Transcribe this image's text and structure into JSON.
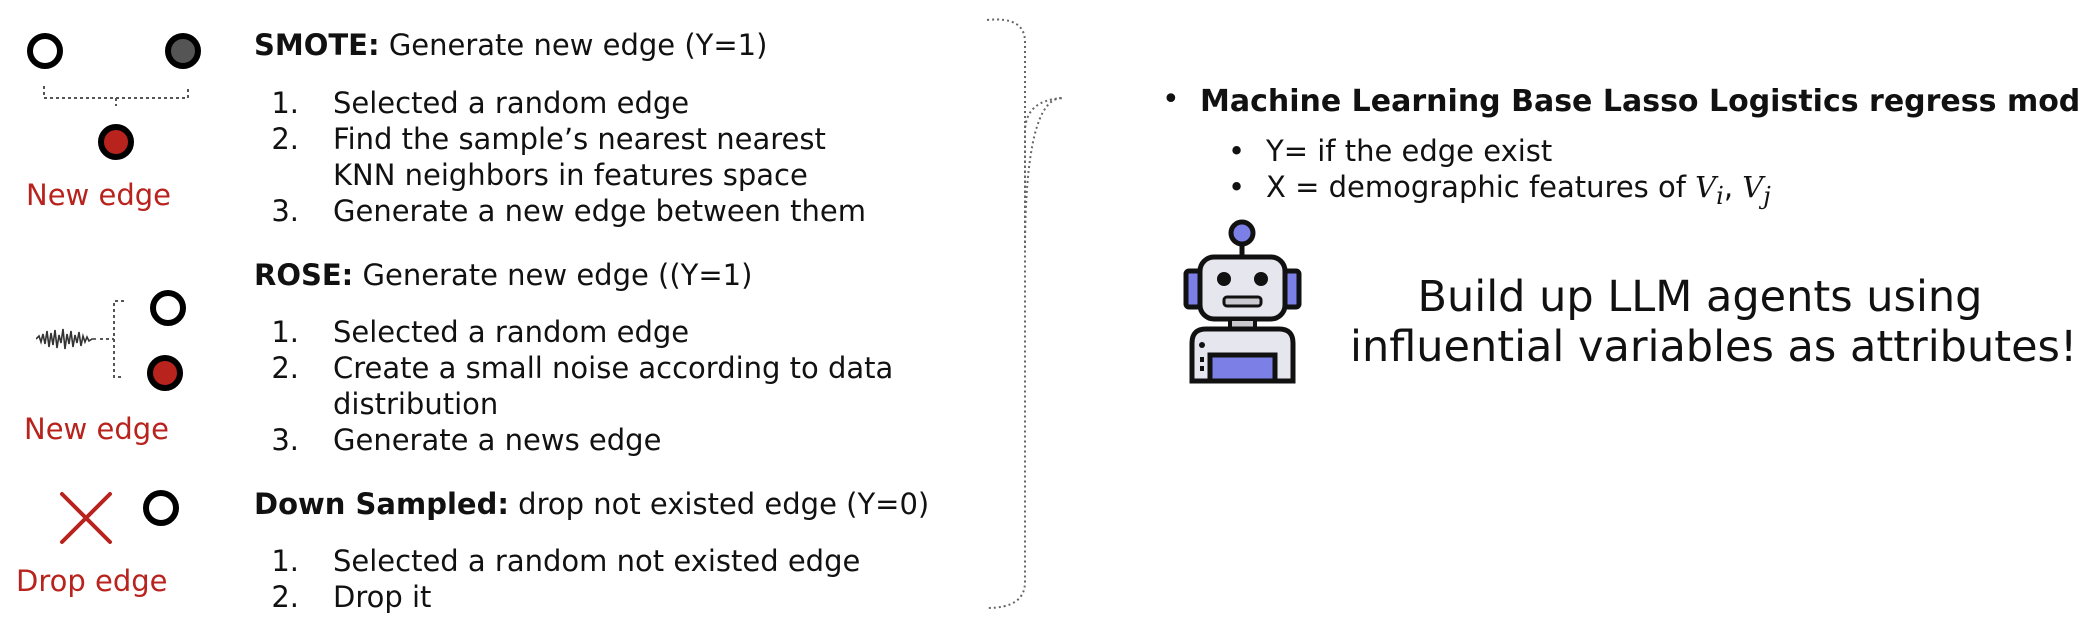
{
  "left_icons": {
    "smote_label": "New edge",
    "rose_label": "New edge",
    "down_label": "Drop edge"
  },
  "sections": {
    "smote": {
      "title": "SMOTE:",
      "subtitle": "Generate new edge (Y=1)",
      "steps": [
        {
          "num": "1.",
          "lines": [
            "Selected a random edge"
          ]
        },
        {
          "num": "2.",
          "lines": [
            "Find the sample’s nearest nearest",
            "KNN neighbors in features space"
          ]
        },
        {
          "num": "3.",
          "lines": [
            "Generate a new edge between them"
          ]
        }
      ]
    },
    "rose": {
      "title": "ROSE:",
      "subtitle": "Generate new edge ((Y=1)",
      "steps": [
        {
          "num": "1.",
          "lines": [
            "Selected a random edge"
          ]
        },
        {
          "num": "2.",
          "lines": [
            "Create a small noise according to data",
            "distribution"
          ]
        },
        {
          "num": "3.",
          "lines": [
            "Generate a news edge"
          ]
        }
      ]
    },
    "down": {
      "title": "Down Sampled:",
      "subtitle": "drop not existed edge (Y=0)",
      "steps": [
        {
          "num": "1.",
          "lines": [
            "Selected a random not existed edge"
          ]
        },
        {
          "num": "2.",
          "lines": [
            "Drop it"
          ]
        }
      ]
    }
  },
  "right": {
    "main_bullet": "Machine Learning Base Lasso Logistics regress model",
    "sub_y": "Y= if the edge exist",
    "sub_x_prefix": "X = demographic features of",
    "sub_x_v": "V",
    "sub_x_i": "i",
    "sub_x_sep": ",",
    "sub_x_j": "j",
    "callout_line1": "Build up LLM agents using",
    "callout_line2": "influential variables as attributes!"
  },
  "colors": {
    "accent_red": "#b8231e",
    "robot_purple": "#7b7fe6",
    "robot_light": "#e6e6ee",
    "robot_gray": "#c9c9cf"
  }
}
